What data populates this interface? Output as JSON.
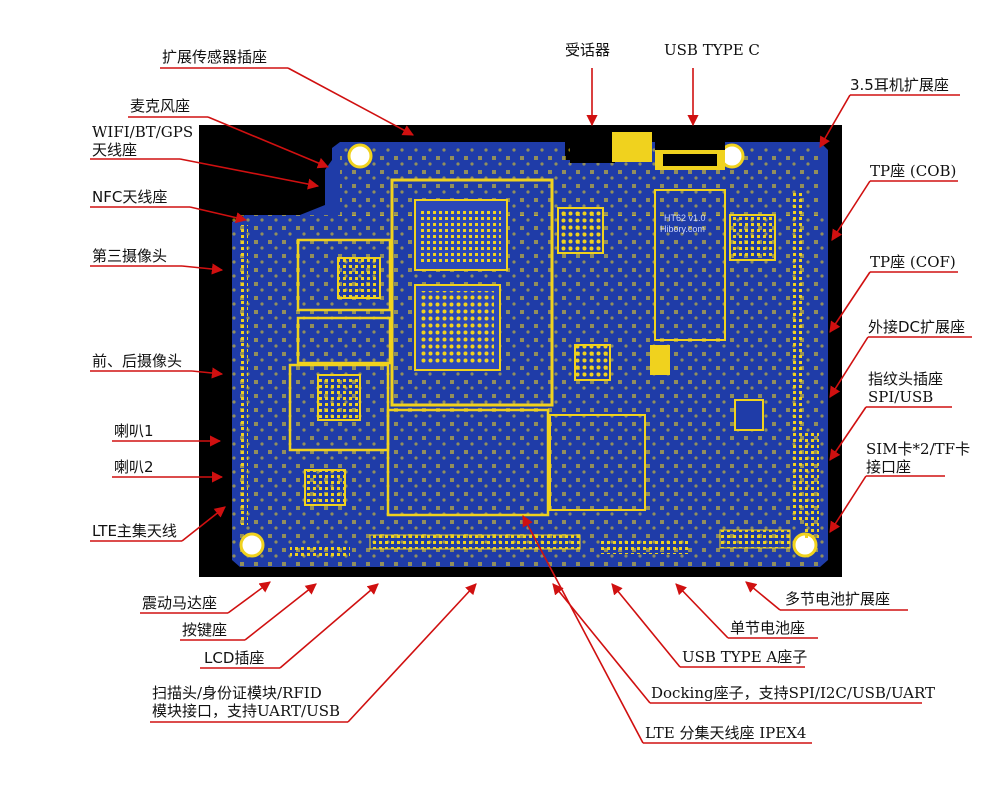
{
  "board": {
    "silk_model": "HT62 v1.0",
    "silk_site": "Hibory.com",
    "colors": {
      "board": "#1f3ca8",
      "copper": "#f0d21e",
      "background": "#000000",
      "callout": "#d01010"
    }
  },
  "labels": {
    "expansion_sensor_socket": "扩展传感器插座",
    "receiver": "受话器",
    "usb_type_c": "USB TYPE C",
    "mic_socket": "麦克风座",
    "headphone_35_expansion": "3.5耳机扩展座",
    "wifi_bt_gps_antenna": "WIFI/BT/GPS\n天线座",
    "tp_cob": "TP座 (COB)",
    "nfc_antenna": "NFC天线座",
    "third_camera": "第三摄像头",
    "tp_cof": "TP座 (COF)",
    "external_dc_expansion": "外接DC扩展座",
    "front_rear_camera": "前、后摄像头",
    "fingerprint_socket": "指纹头插座\nSPI/USB",
    "speaker_1": "喇叭1",
    "sim_tf_socket": "SIM卡*2/TF卡\n接口座",
    "speaker_2": "喇叭2",
    "lte_main_antenna": "LTE主集天线",
    "multi_battery_expansion": "多节电池扩展座",
    "vibration_motor": "震动马达座",
    "single_battery": "单节电池座",
    "key_socket": "按键座",
    "usb_type_a": "USB TYPE A座子",
    "lcd_socket": "LCD插座",
    "scanner_id_rfid": "扫描头/身份证模块/RFID\n模块接口，支持UART/USB",
    "docking": "Docking座子，支持SPI/I2C/USB/UART",
    "lte_diversity_antenna": "LTE 分集天线座 IPEX4"
  }
}
